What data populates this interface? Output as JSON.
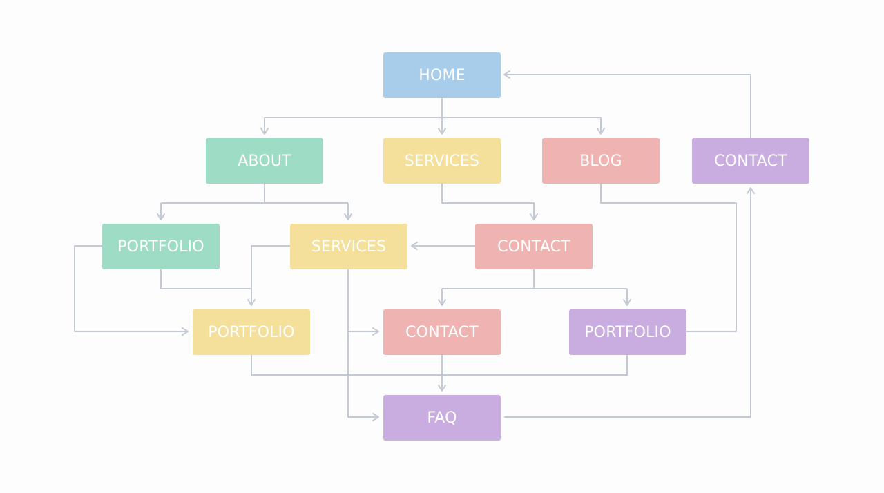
{
  "colors": {
    "blue": "#a7cdea",
    "green": "#9fdcc6",
    "yellow": "#f4e09b",
    "red": "#efb4b1",
    "purple": "#c9ace0",
    "connector": "#c4c9d6"
  },
  "nodes": {
    "home": "HOME",
    "about": "ABOUT",
    "services": "SERVICES",
    "blog": "BLOG",
    "contact": "CONTACT",
    "portfolio_left": "PORTFOLIO",
    "services_sub": "SERVICES",
    "contact_sub": "CONTACT",
    "portfolio_mid": "PORTFOLIO",
    "contact_low": "CONTACT",
    "portfolio_right": "PORTFOLIO",
    "faq": "FAQ"
  }
}
